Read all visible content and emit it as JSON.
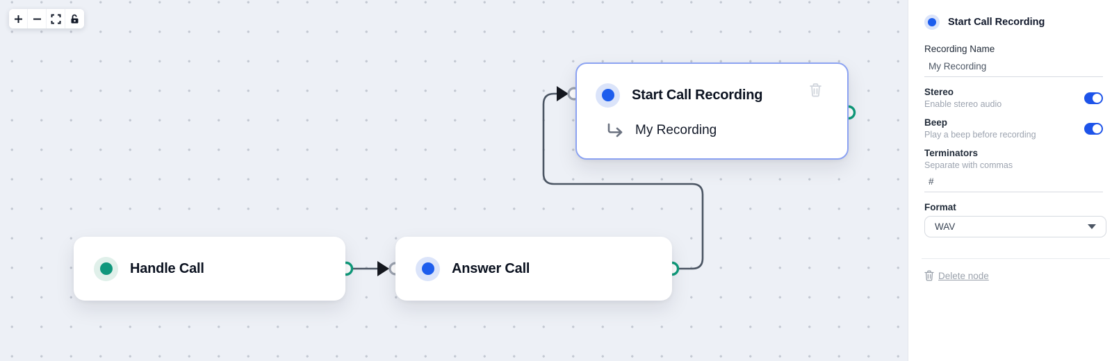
{
  "toolbar": {
    "buttons": [
      {
        "icon": "zoom-in-icon"
      },
      {
        "icon": "zoom-out-icon"
      },
      {
        "icon": "fit-view-icon"
      },
      {
        "icon": "lock-icon"
      }
    ]
  },
  "canvas": {
    "nodes": [
      {
        "title": "Handle Call",
        "accent": "#10977c"
      },
      {
        "title": "Answer Call",
        "accent": "#1d5ded"
      },
      {
        "title": "Start Call Recording",
        "subtitle": "My Recording",
        "accent": "#1d5ded",
        "selected": true
      }
    ],
    "edges": [
      {
        "from": "Handle Call",
        "to": "Answer Call"
      },
      {
        "from": "Answer Call",
        "to": "Start Call Recording"
      }
    ]
  },
  "panel": {
    "title": "Start Call Recording",
    "recording_name": {
      "label": "Recording Name",
      "value": "My Recording"
    },
    "stereo": {
      "label": "Stereo",
      "help": "Enable stereo audio",
      "enabled": true
    },
    "beep": {
      "label": "Beep",
      "help": "Play a beep before recording",
      "enabled": true
    },
    "terminators": {
      "label": "Terminators",
      "help": "Separate with commas",
      "value": "#"
    },
    "format": {
      "label": "Format",
      "value": "WAV"
    },
    "delete_label": "Delete node"
  },
  "colors": {
    "canvas_bg": "#edf0f6",
    "grid_dot": "#c3c8d2",
    "teal_accent": "#10977c",
    "blue_accent": "#1d5ded",
    "toggle_on": "#1d53e9",
    "selected_border": "#8ba2f2",
    "output_port": "#0f9b7a",
    "input_port": "#9ca3af",
    "edge": "#4b5563"
  }
}
